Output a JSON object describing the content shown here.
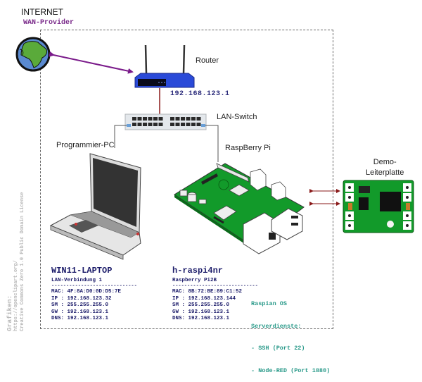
{
  "internet": {
    "title": "INTERNET",
    "provider": "WAN-Provider"
  },
  "router": {
    "label": "Router",
    "ip": "192.168.123.1"
  },
  "switch": {
    "label": "LAN-Switch"
  },
  "pc": {
    "label": "Programmier-PC",
    "hostname": "WIN11-LAPTOP",
    "connection": "LAN-Verbindung 1",
    "separator": "-----------------------------",
    "mac": "MAC: 4F:8A:D0:0D:D5:7E",
    "ip": "IP : 192.168.123.32",
    "sm": "SM : 255.255.255.0",
    "gw": "GW : 192.168.123.1",
    "dns": "DNS: 192.168.123.1"
  },
  "pi": {
    "label": "RaspBerry Pi",
    "hostname": "h-raspi4nr",
    "model": "Raspberry Pi2B",
    "separator": "-----------------------------",
    "mac": "MAC: 8B:72:BE:89:C1:52",
    "ip": "IP : 192.168.123.144",
    "sm": "SM : 255.255.255.0",
    "gw": "GW : 192.168.123.1",
    "dns": "DNS: 192.168.123.1",
    "os": "Raspian OS",
    "services_title": "Serverdienste:",
    "services": [
      "- SSH (Port 22)",
      "- Node-RED (Port 1880)"
    ]
  },
  "demo_board": {
    "label_line1": "Demo-",
    "label_line2": "Leiterplatte"
  },
  "credits": {
    "title": "Grafiken:",
    "url": "https://openclipart.org/",
    "license": "Creative Commons Zero 1.0 Public Domain License"
  },
  "colors": {
    "wan_link": "#7a1a8a",
    "lan_link": "#8a1a1a",
    "text_blue": "#1c1c6a",
    "services_teal": "#2a9a8a",
    "router_blue": "#2a4ad8",
    "pcb_green": "#129a2a"
  }
}
